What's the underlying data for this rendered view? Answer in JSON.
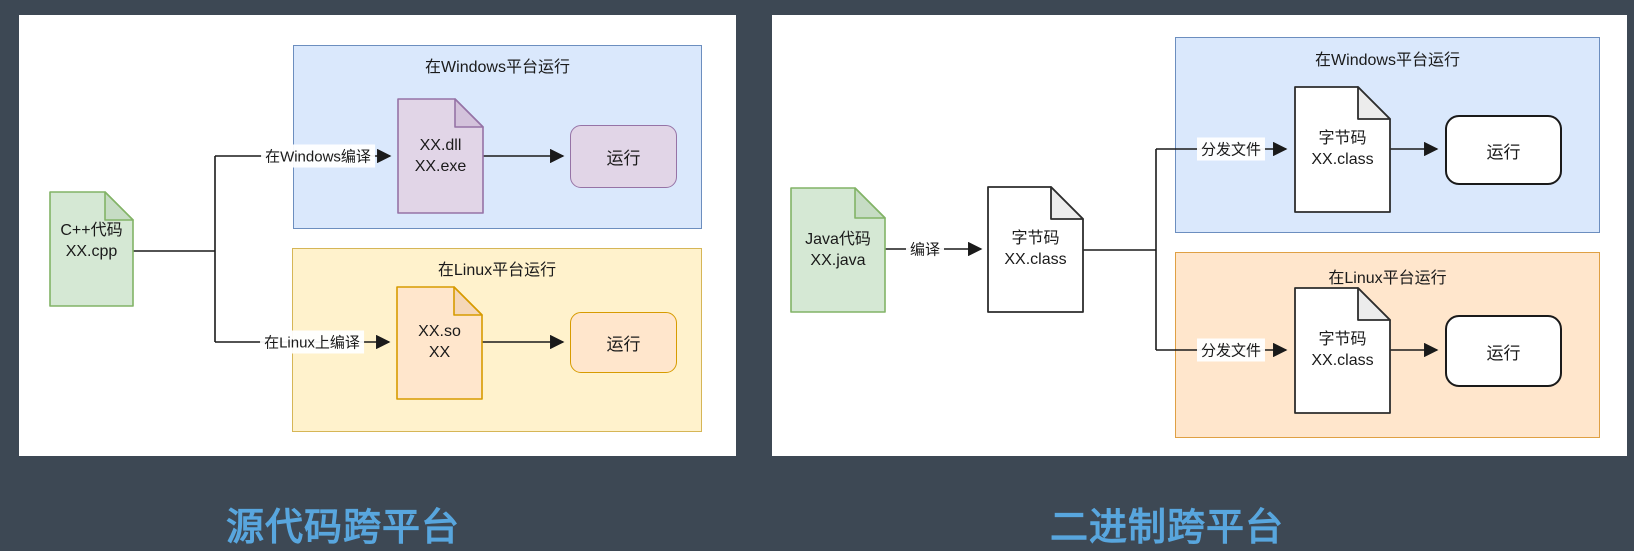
{
  "page": {
    "background": "#3d4854"
  },
  "left_diagram": {
    "caption": "源代码跨平台",
    "source_doc": {
      "line1": "C++代码",
      "line2": "XX.cpp"
    },
    "windows_branch": {
      "region_title": "在Windows平台运行",
      "edge_label": "在Windows编译",
      "artifact_doc": {
        "line1": "XX.dll",
        "line2": "XX.exe"
      },
      "run_label": "运行"
    },
    "linux_branch": {
      "region_title": "在Linux平台运行",
      "edge_label": "在Linux上编译",
      "artifact_doc": {
        "line1": "XX.so",
        "line2": "XX"
      },
      "run_label": "运行"
    }
  },
  "right_diagram": {
    "caption": "二进制跨平台",
    "source_doc": {
      "line1": "Java代码",
      "line2": "XX.java"
    },
    "compile_label": "编译",
    "bytecode_doc": {
      "line1": "字节码",
      "line2": "XX.class"
    },
    "windows_branch": {
      "region_title": "在Windows平台运行",
      "edge_label": "分发文件",
      "artifact_doc": {
        "line1": "字节码",
        "line2": "XX.class"
      },
      "run_label": "运行"
    },
    "linux_branch": {
      "region_title": "在Linux平台运行",
      "edge_label": "分发文件",
      "artifact_doc": {
        "line1": "字节码",
        "line2": "XX.class"
      },
      "run_label": "运行"
    }
  },
  "palette": {
    "background": "#3d4854",
    "caption_text": "#58a6de",
    "panel": "#ffffff",
    "blue_region_fill": "#dae8fc",
    "blue_region_stroke": "#6c8ebf",
    "yellow_region_fill": "#fff2cc",
    "yellow_region_stroke": "#d6b656",
    "orange_fill": "#ffe6cc",
    "orange_stroke": "#d79b00",
    "green_fill": "#d5e8d4",
    "green_stroke": "#82b366",
    "purple_fill": "#e1d5e7",
    "purple_stroke": "#9673a6",
    "line": "#1a1a1a"
  }
}
